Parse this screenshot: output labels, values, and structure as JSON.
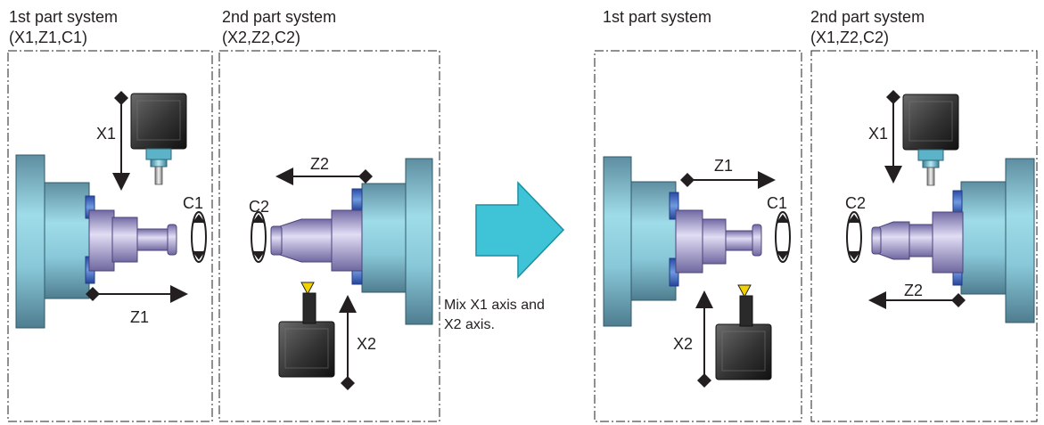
{
  "panels": {
    "before_1": {
      "title": "1st part system",
      "axes_text": "(X1,Z1,C1)"
    },
    "before_2": {
      "title": "2nd part system",
      "axes_text": "(X2,Z2,C2)"
    },
    "after_1": {
      "title": "1st part system"
    },
    "after_2": {
      "title": "2nd part system",
      "axes_text": "(X1,Z2,C2)"
    }
  },
  "axis_labels": {
    "before_1": {
      "x": "X1",
      "z": "Z1",
      "c": "C1"
    },
    "before_2": {
      "x": "X2",
      "z": "Z2",
      "c": "C2"
    },
    "after_1": {
      "x": "X2",
      "z": "Z1",
      "c": "C1"
    },
    "after_2": {
      "x": "X1",
      "z": "Z2",
      "c": "C2"
    }
  },
  "transition_note": {
    "line1": "Mix X1 axis and",
    "line2": "X2 axis."
  },
  "colors": {
    "arrow_fill": "#3fc3d6",
    "chuck_light": "#8fd8e6",
    "chuck_dark": "#5a95a8",
    "workpiece_light": "#d8d4f0",
    "workpiece_dark": "#8078b0",
    "jaw_blue": "#2f56b8",
    "tool_dark": "#3a3a3a",
    "tool_highlight": "#f4d400",
    "line": "#231f20"
  },
  "icons": {
    "direction_arrow": "big-right-arrow-icon",
    "rotation": "rotation-arrow-icon",
    "double_arrow": "double-arrow-icon"
  }
}
